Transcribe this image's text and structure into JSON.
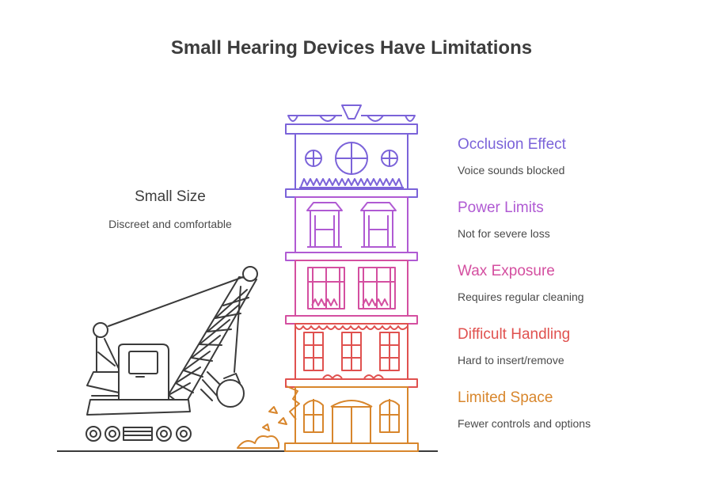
{
  "title": "Small Hearing Devices Have Limitations",
  "left": {
    "title": "Small Size",
    "description": "Discreet and comfortable"
  },
  "items": [
    {
      "title": "Occlusion Effect",
      "description": "Voice sounds blocked",
      "color": "#7b63d9"
    },
    {
      "title": "Power Limits",
      "description": "Not for severe loss",
      "color": "#b05ad3"
    },
    {
      "title": "Wax Exposure",
      "description": "Requires regular cleaning",
      "color": "#d44fa0"
    },
    {
      "title": "Difficult Handling",
      "description": "Hard to insert/remove",
      "color": "#e0514f"
    },
    {
      "title": "Limited Space",
      "description": "Fewer controls and options",
      "color": "#d8862c"
    }
  ],
  "colors": {
    "text": "#3d3d3d",
    "crane": "#3a3a3a"
  }
}
